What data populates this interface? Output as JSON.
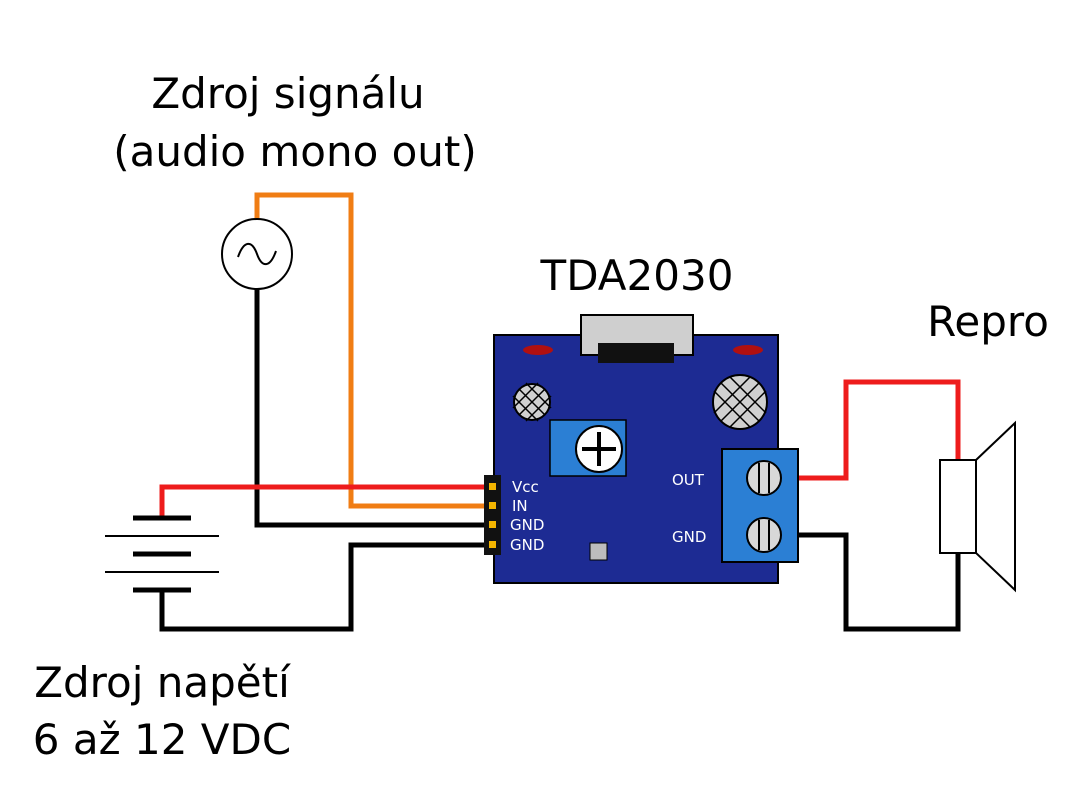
{
  "labels": {
    "signal_source_line1": "Zdroj signálu",
    "signal_source_line2": "(audio mono out)",
    "module_name": "TDA2030",
    "speaker": "Repro",
    "power_line1": "Zdroj napětí",
    "power_line2": "6 až 12 VDC"
  },
  "module": {
    "pins": [
      "Vcc",
      "IN",
      "GND",
      "GND"
    ],
    "out_terminals": [
      "OUT",
      "GND"
    ]
  },
  "colors": {
    "board": "#1d2b93",
    "wire_power": "#ee1c1c",
    "wire_signal": "#f07d14",
    "wire_ground": "#000000",
    "terminal_block": "#2b7fd4",
    "pin_header": "#111111",
    "pin_gold": "#f2b400"
  }
}
